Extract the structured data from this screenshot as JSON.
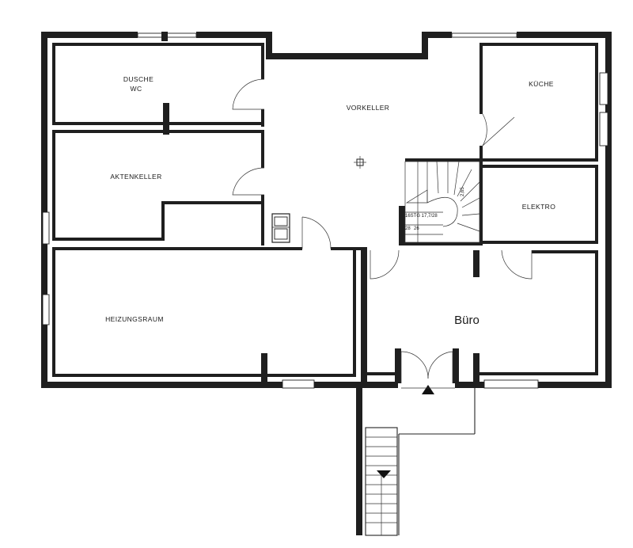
{
  "rooms": {
    "dusche": "DUSCHE",
    "wc": "WC",
    "vorkeller": "VORKELLER",
    "kueche": "KÜCHE",
    "aktenkeller": "AKTENKELLER",
    "elektro": "ELEKTRO",
    "heizungsraum": "HEIZUNGSRAUM",
    "buero": "Büro"
  },
  "stair_notes": {
    "steps": "16STG 17,7/28",
    "dim_a": "28",
    "dim_b": "26",
    "height": "2,65"
  }
}
